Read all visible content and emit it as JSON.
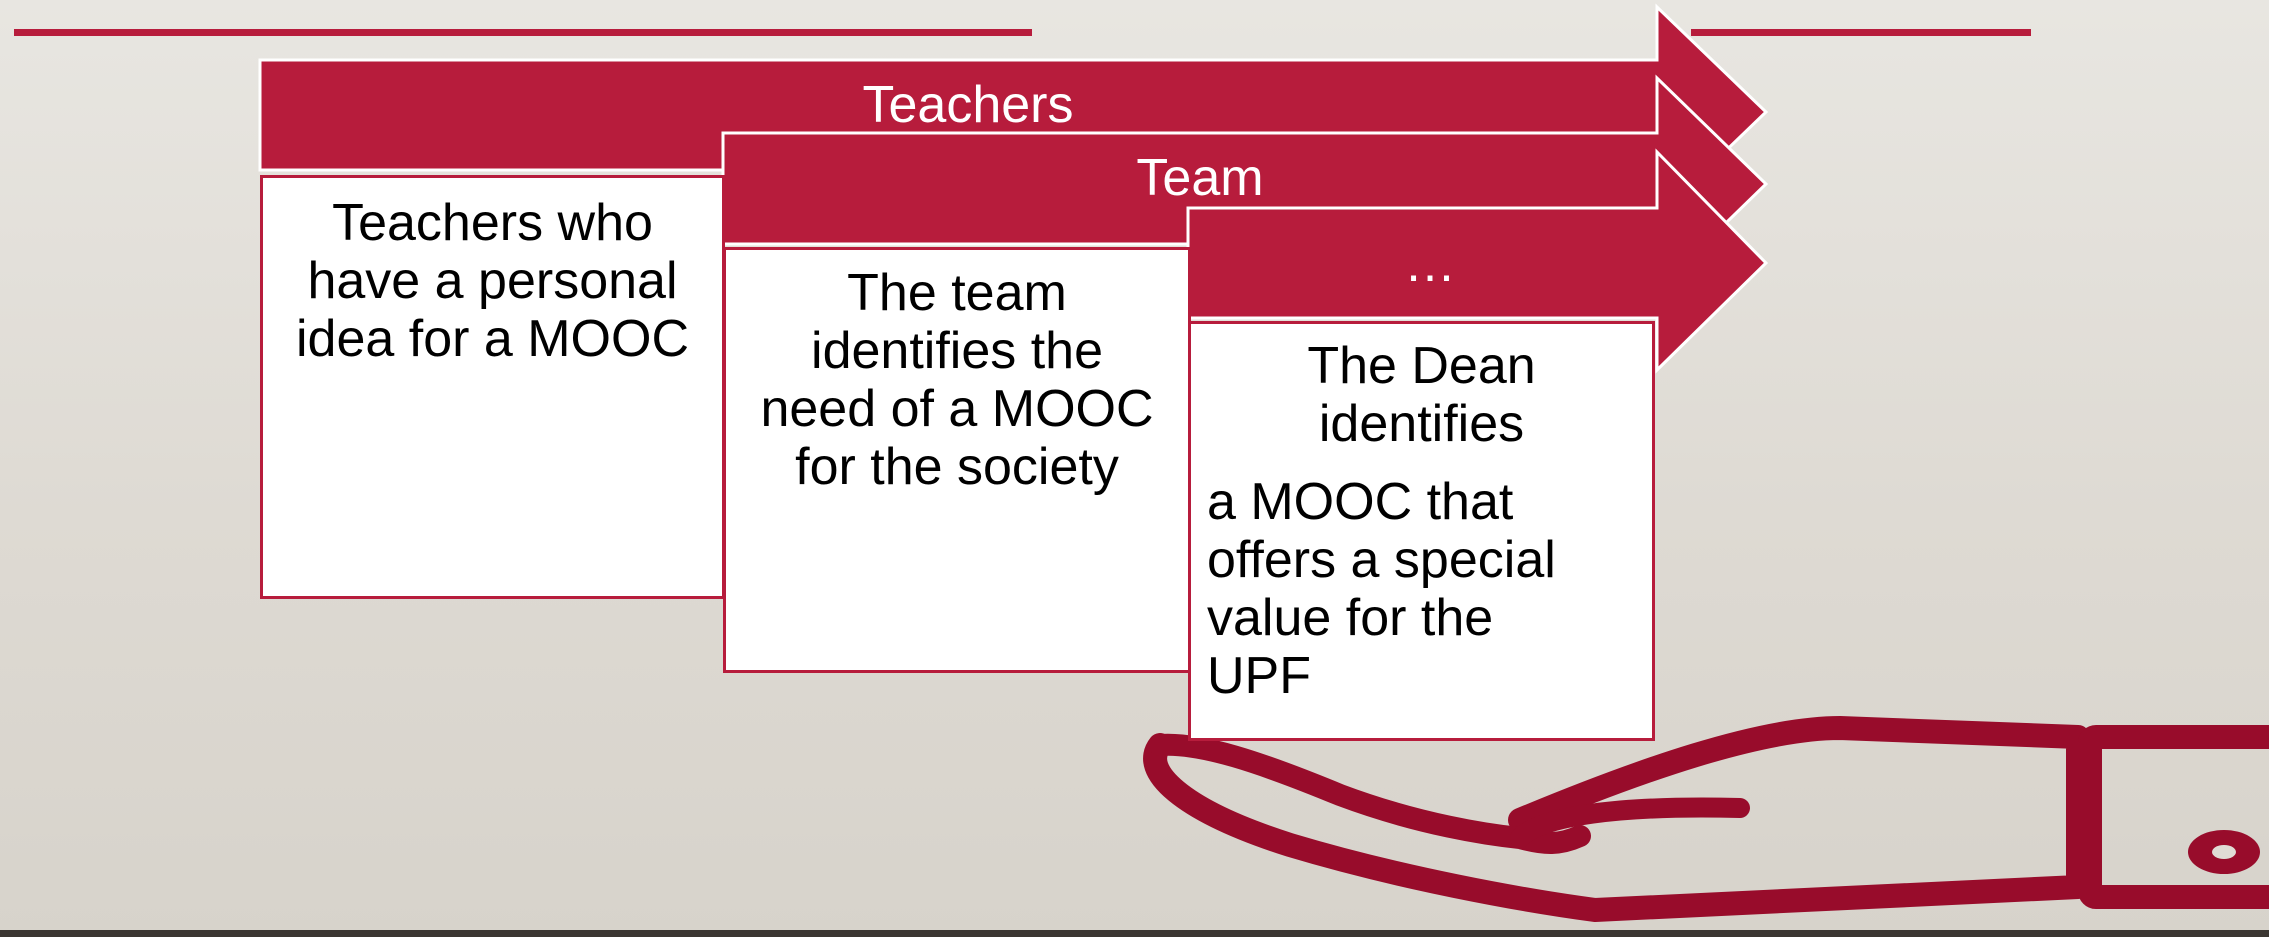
{
  "colors": {
    "accent": "#b71c3c",
    "accent_dark": "#980c2b",
    "box_background": "#ffffff",
    "text": "#000000"
  },
  "stages": [
    {
      "header": "Teachers",
      "body": [
        "Teachers who",
        "have a personal",
        "idea for a MOOC"
      ],
      "extra": []
    },
    {
      "header": "Team",
      "body": [
        "The team",
        "identifies the",
        "need of a MOOC",
        "for the society"
      ],
      "extra": []
    },
    {
      "header": "…",
      "body": [
        "The Dean",
        "identifies"
      ],
      "extra": [
        "a MOOC that",
        "offers a special",
        "value for the",
        "UPF"
      ]
    }
  ],
  "decoration": {
    "icon": "hand-holding-phone-icon"
  }
}
